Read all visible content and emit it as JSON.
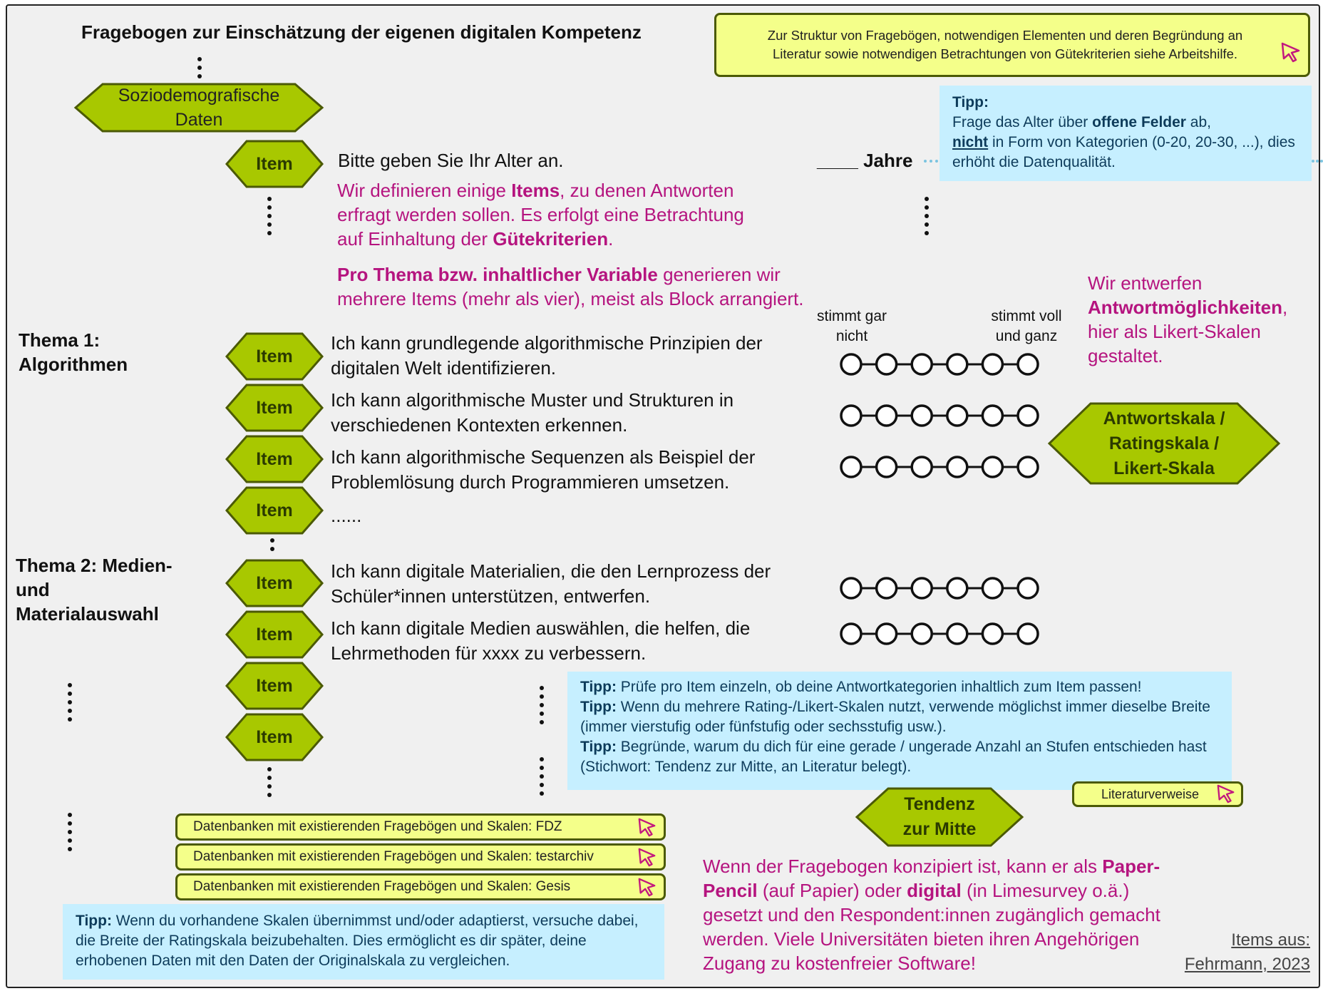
{
  "title": "Fragebogen zur Einschätzung der eigenen digitalen Kompetenz",
  "top_link": "Zur Struktur von Fragebögen,  notwendigen Elementen und deren Begründung an Literatur sowie notwendigen Betrachtungen von Gütekriterien siehe Arbeitshilfe.",
  "sozio": "Soziodemografische Daten",
  "item_label": "Item",
  "age_question": "Bitte geben Sie Ihr Alter an.",
  "jahre": "____ Jahre",
  "tipp_age": {
    "label": "Tipp:",
    "pre": "Frage das Alter über ",
    "b1": "offene Felder",
    "mid": " ab,",
    "b2": "nicht",
    "post": " in Form von Kategorien (0-20, 20-30, ...), dies erhöht die Datenqualität."
  },
  "def_text": {
    "p1": "Wir definieren einige ",
    "b1": "Items",
    "p2": ", zu denen Antworten erfragt werden sollen. Es erfolgt eine Betrachtung auf Einhaltung der ",
    "b2": "Gütekriterien",
    "p3": "."
  },
  "pro_text": {
    "b1": "Pro Thema bzw. inhaltlicher Variable",
    "p1": " generieren wir mehrere Items (mehr als vier), meist als Block arrangiert."
  },
  "scale_left": "stimmt gar nicht",
  "scale_right": "stimmt voll und ganz",
  "entwerfen": {
    "p1": "Wir entwerfen ",
    "b1": "Antwortmöglichkeiten",
    "p2": ", hier als Likert-Skalen gestaltet."
  },
  "antwortskala": "Antwortskala / Ratingskala / Likert-Skala",
  "thema1": "Thema 1: Algorithmen",
  "thema2": "Thema 2: Medien- und Materialauswahl",
  "items1": [
    "Ich kann grundlegende algorithmische Prinzipien der digitalen Welt identifizieren.",
    "Ich kann algorithmische Muster und Strukturen in verschiedenen Kontexten erkennen.",
    "Ich kann algorithmische Sequenzen als Beispiel der Problemlösung durch Programmieren umsetzen.",
    "......"
  ],
  "items2": [
    "Ich kann digitale Materialien, die den Lernprozess der Schüler*innen unterstützen, entwerfen.",
    "Ich kann digitale Medien auswählen, die helfen, die Lehrmethoden für xxxx zu verbessern."
  ],
  "tipps_mid": [
    {
      "label": "Tipp:",
      "text": " Prüfe pro Item einzeln, ob deine Antwortkategorien inhaltlich zum Item passen!"
    },
    {
      "label": "Tipp:",
      "text": " Wenn du mehrere Rating-/Likert-Skalen nutzt, verwende möglichst immer dieselbe Breite (immer vierstufig oder fünfstufig oder sechsstufig usw.)."
    },
    {
      "label": "Tipp:",
      "text": " Begründe, warum du dich für eine gerade / ungerade Anzahl an Stufen entschieden hast (Stichwort: Tendenz zur Mitte, an Literatur belegt)."
    }
  ],
  "literatur": "Literaturverweise",
  "tendenz": "Tendenz zur Mitte",
  "datenbanken": [
    "Datenbanken mit existierenden Fragebögen und Skalen: FDZ",
    "Datenbanken mit existierenden Fragebögen und Skalen: testarchiv",
    "Datenbanken mit existierenden Fragebögen und Skalen: Gesis"
  ],
  "tipp_bottom": {
    "label": "Tipp:",
    "text": " Wenn du vorhandene Skalen übernimmst und/oder adaptierst, versuche dabei, die Breite der Ratingskala beizubehalten. Dies ermöglicht es dir später, deine erhobenen Daten mit den Daten der Originalskala zu vergleichen."
  },
  "final_text": {
    "p1": "Wenn der Fragebogen konzipiert ist, kann er als ",
    "b1": "Paper-Pencil",
    "p2": " (auf Papier) oder ",
    "b2": "digital",
    "p3": " (in Limesurvey o.ä.) gesetzt und den Respondent:innen zugänglich gemacht werden. Viele Universitäten bieten ihren Angehörigen Zugang zu kostenfreier Software!"
  },
  "source": "Items aus: Fehrmann, 2023",
  "colors": {
    "hex_fill": "#a8c800",
    "hex_border": "#4b5a05",
    "hex_light": "#b9d81a",
    "magenta": "#b5147f",
    "tip_bg": "#c6efff",
    "yellow": "#f4ff8a"
  }
}
